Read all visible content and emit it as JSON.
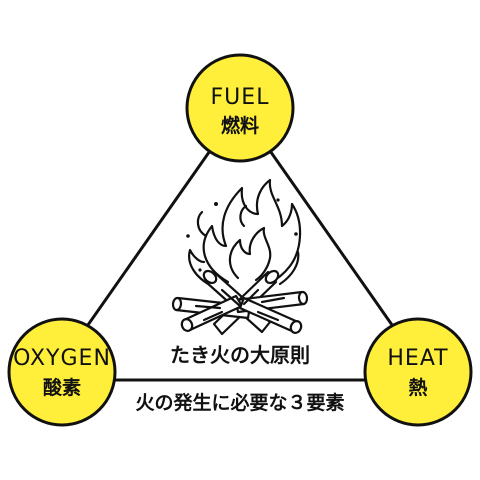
{
  "colors": {
    "circle_fill": "#ffef3a",
    "stroke": "#111111",
    "background": "#ffffff"
  },
  "nodes": {
    "fuel": {
      "en": "FUEL",
      "ja": "燃料"
    },
    "oxygen": {
      "en": "OXYGEN",
      "ja": "酸素"
    },
    "heat": {
      "en": "HEAT",
      "ja": "熱"
    }
  },
  "center": {
    "title": "たき火の大原則",
    "subtitle": "火の発生に必要な３要素",
    "illustration": "campfire-icon"
  }
}
